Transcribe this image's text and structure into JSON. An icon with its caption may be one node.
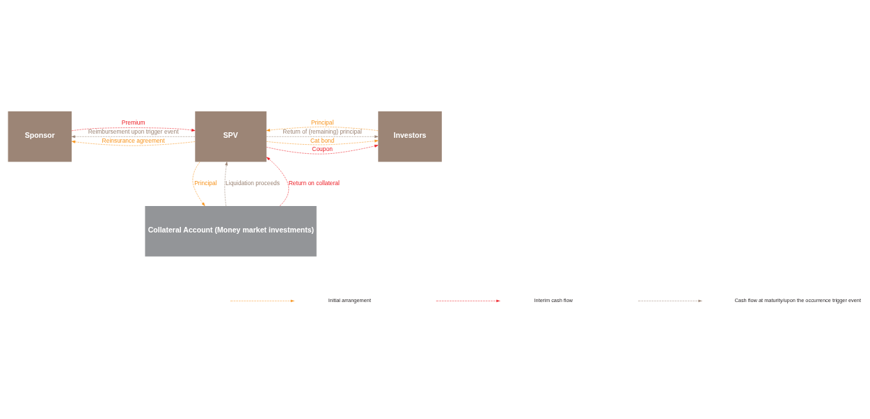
{
  "diagram": {
    "nodes": [
      {
        "text": [
          "Sponsor"
        ]
      },
      {
        "text": [
          "SPV"
        ]
      },
      {
        "text": [
          "Investors"
        ]
      },
      {
        "text": [
          "Collateral Account (Money market investments)"
        ]
      }
    ],
    "edges": [
      {
        "from": 1,
        "to": 0,
        "arrow": "to",
        "label": "Reinsurance agreement",
        "style": "dashed",
        "color": "#f7941d"
      },
      {
        "from": 0,
        "to": 1,
        "arrow": "to",
        "label": "Premium",
        "style": "dashed",
        "color": "#ed1c24"
      },
      {
        "from": 1,
        "to": 0,
        "arrow": "to",
        "label": "Reimbursement upon trigger event",
        "style": "dashed",
        "color": "#9c8576"
      },
      {
        "from": 1,
        "to": 2,
        "arrow": "to",
        "label": "Cat bond",
        "style": "dashed",
        "color": "#f7941d"
      },
      {
        "from": 2,
        "to": 1,
        "arrow": "to",
        "label": "Principal",
        "style": "dashed",
        "color": "#f7941d"
      },
      {
        "from": 1,
        "to": 2,
        "arrow": "to",
        "label": "Coupon",
        "style": "dashed",
        "color": "#ed1c24"
      },
      {
        "from": 1,
        "to": 2,
        "arrow": "to",
        "label": "Return of (remaining) principal",
        "style": "dashed",
        "color": "#9c8576"
      },
      {
        "from": 3,
        "to": 1,
        "arrow": "to",
        "label": "Liquidation proceeds",
        "style": "dashed",
        "color": "#9c8576"
      },
      {
        "from": 3,
        "to": 1,
        "arrow": "to",
        "label": "Return on collateral",
        "style": "dashed",
        "color": "#ed1c24"
      },
      {
        "from": 1,
        "to": 3,
        "arrow": "to",
        "label": "Principal",
        "style": "dashed",
        "color": "#f7941d"
      }
    ],
    "legend": [
      {
        "text": "Initial arrangement"
      },
      {
        "text": "Interim cash flow"
      },
      {
        "text": "Cash flow at maturity/upon the occurrence trigger event"
      }
    ]
  }
}
